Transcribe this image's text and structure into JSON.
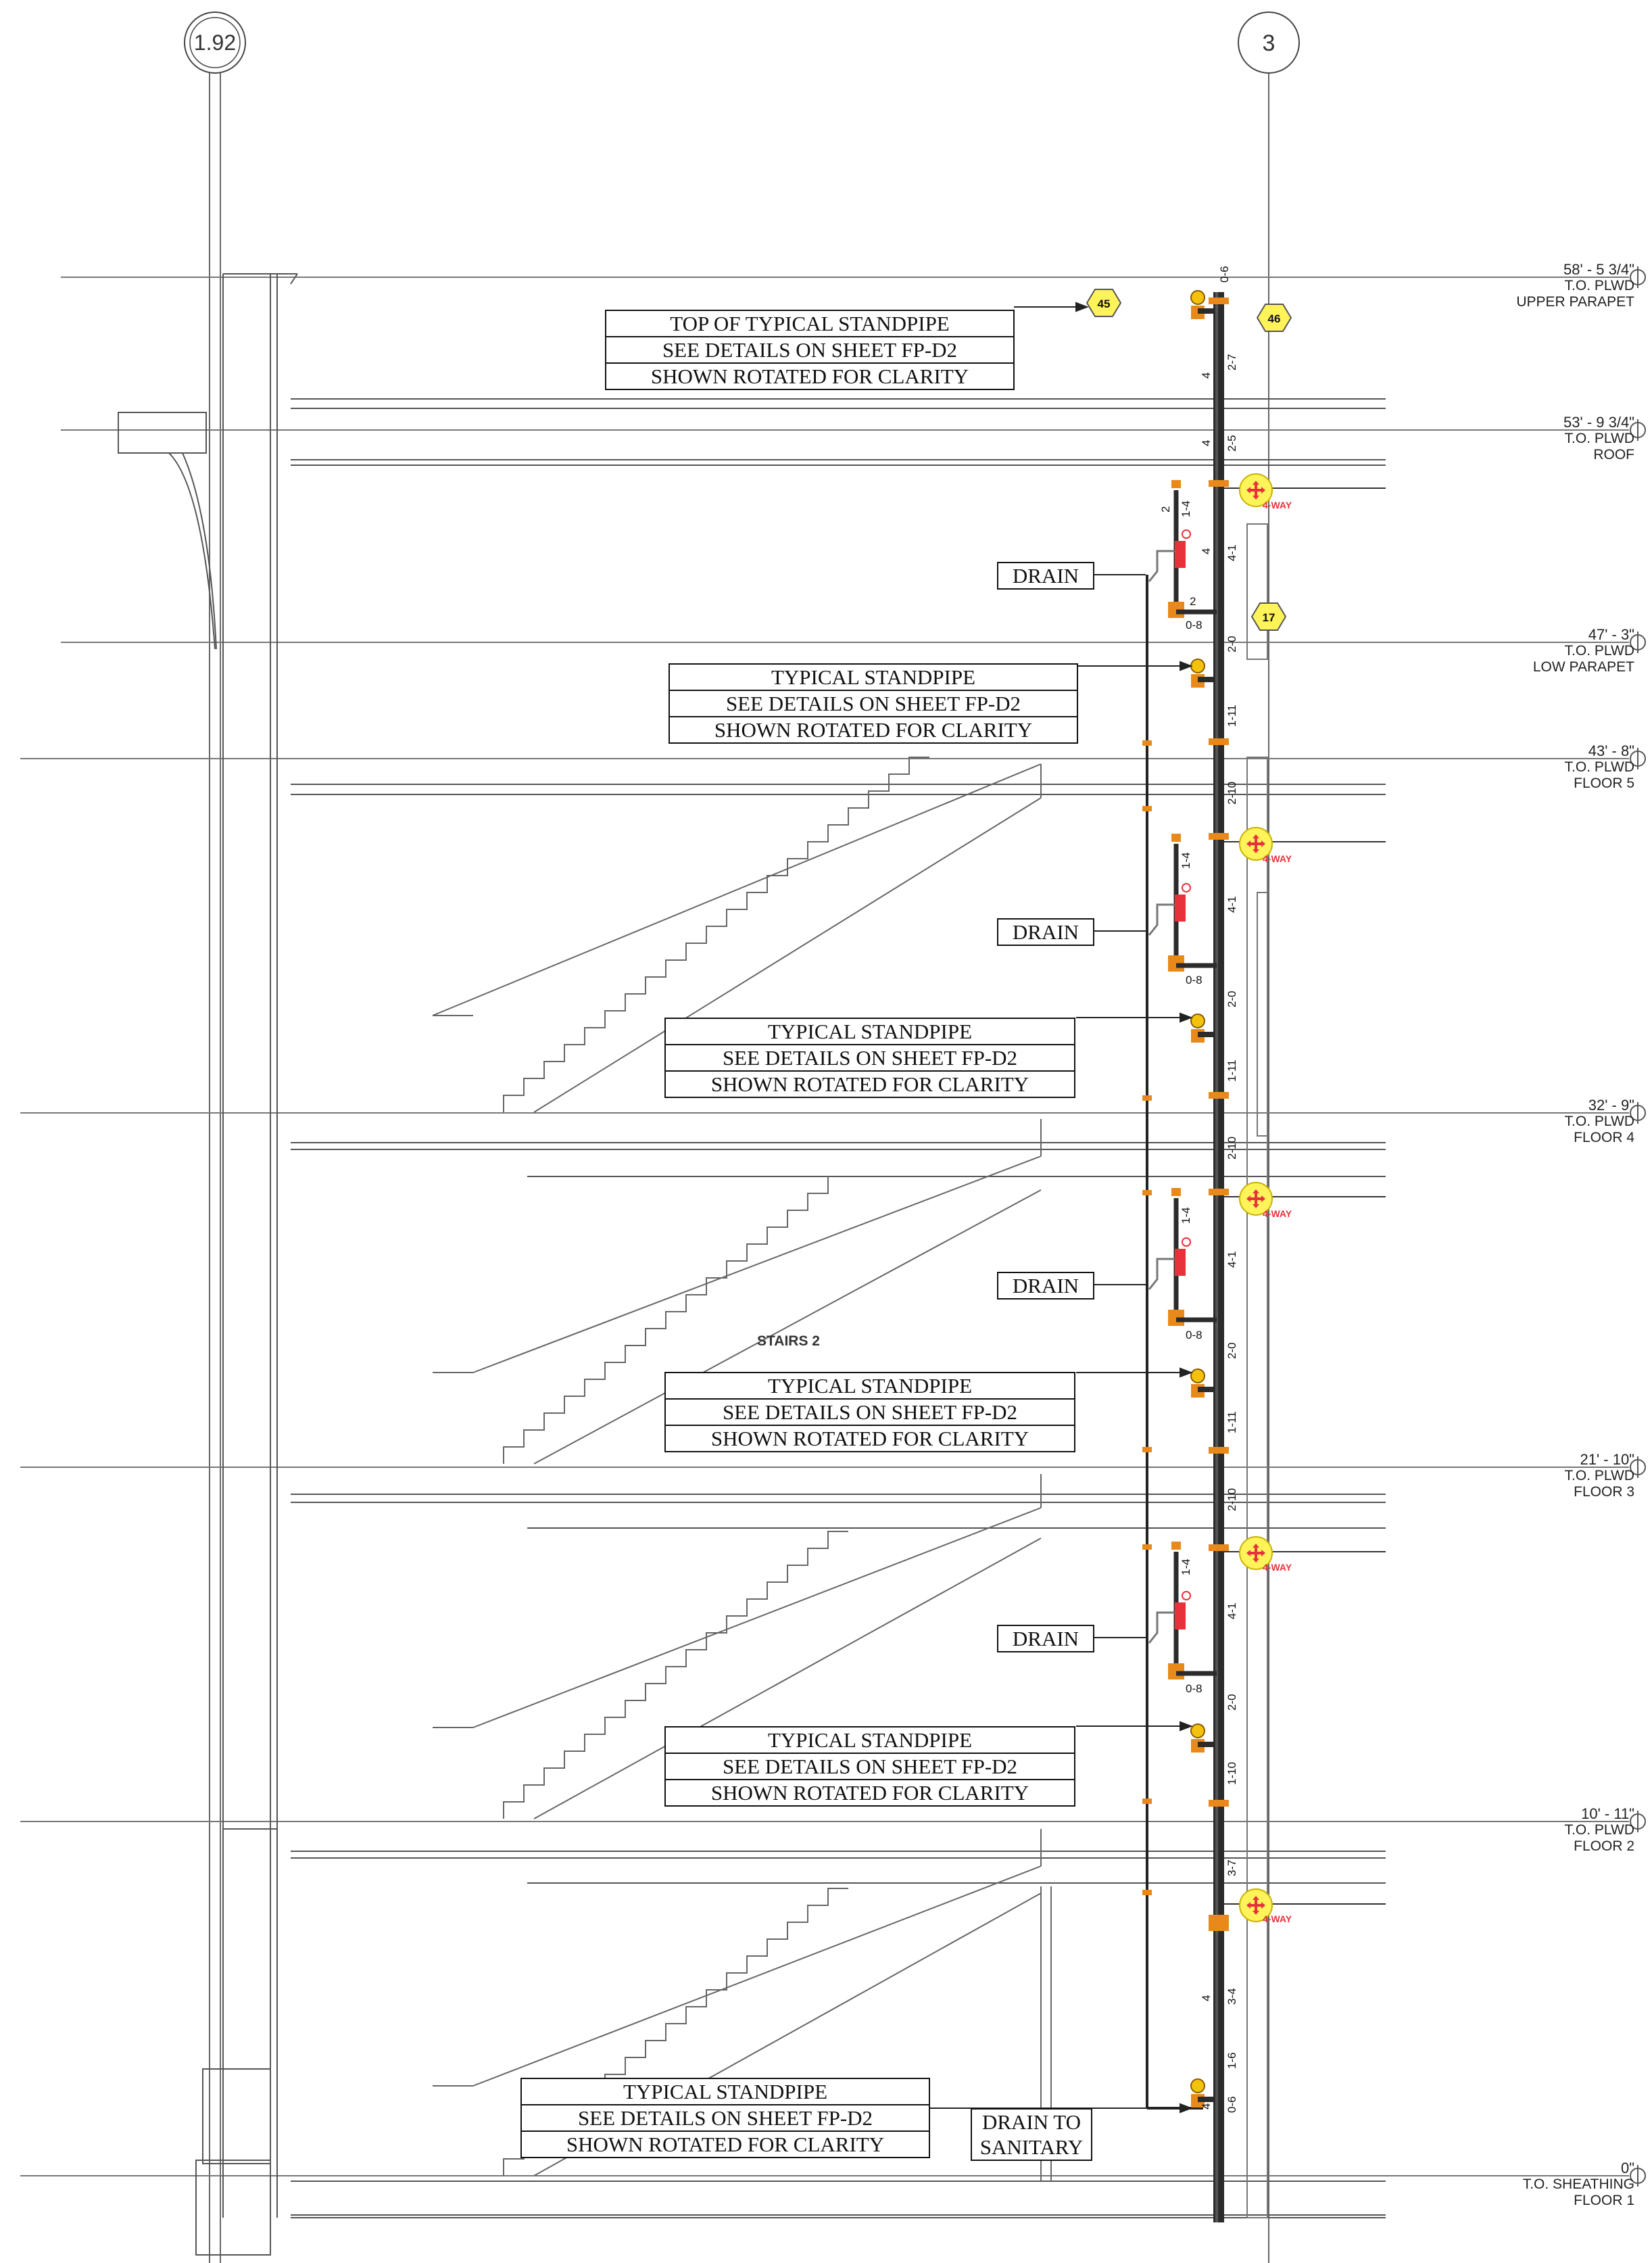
{
  "grid_bubbles": [
    "1.92",
    "3"
  ],
  "levels": [
    {
      "elevation": "58' - 5 3/4\"",
      "name1": "T.O. PLWD",
      "name2": "UPPER PARAPET"
    },
    {
      "elevation": "53' - 9 3/4\"",
      "name1": "T.O. PLWD",
      "name2": "ROOF"
    },
    {
      "elevation": "47' - 3\"",
      "name1": "T.O. PLWD",
      "name2": "LOW PARAPET"
    },
    {
      "elevation": "43' - 8\"",
      "name1": "T.O. PLWD",
      "name2": "FLOOR 5"
    },
    {
      "elevation": "32' - 9\"",
      "name1": "T.O. PLWD",
      "name2": "FLOOR 4"
    },
    {
      "elevation": "21' - 10\"",
      "name1": "T.O. PLWD",
      "name2": "FLOOR 3"
    },
    {
      "elevation": "10' - 11\"",
      "name1": "T.O. PLWD",
      "name2": "FLOOR 2"
    },
    {
      "elevation": "0\"",
      "name1": "T.O. SHEATHING",
      "name2": "FLOOR 1"
    }
  ],
  "top_note": [
    "TOP OF TYPICAL STANDPIPE",
    "SEE DETAILS ON SHEET FP-D2",
    "SHOWN ROTATED FOR CLARITY"
  ],
  "typical_note": [
    "TYPICAL STANDPIPE",
    "SEE DETAILS ON SHEET FP-D2",
    "SHOWN ROTATED FOR CLARITY"
  ],
  "drain_label": "DRAIN",
  "drain_to_sanitary": [
    "DRAIN TO",
    "SANITARY"
  ],
  "stairs_label": "STAIRS 2",
  "tags": [
    "45",
    "46",
    "17"
  ],
  "four_way_label": "4-WAY",
  "pipe_dims": [
    "0-6",
    "2-7",
    "2-5",
    "1-4",
    "4-1",
    "2-0",
    "1-11",
    "2-10",
    "1-10",
    "3-7",
    "3-4",
    "1-6",
    "0-8"
  ],
  "pipe_size_labels": [
    "4",
    "2"
  ],
  "colors": {
    "pipe": "#2b2b2b",
    "fitting": "#e8891a",
    "valve": "#e8323b",
    "tag": "#fff35a"
  }
}
